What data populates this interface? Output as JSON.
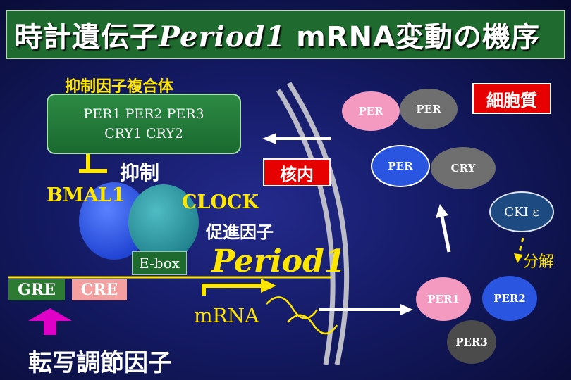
{
  "title": {
    "prefix": "時計遺伝子",
    "gene": "Period1",
    "suffix": " mRNA変動の機序"
  },
  "repressor_complex": {
    "label": "抑制因子複合体",
    "line1": "PER1  PER2  PER3",
    "line2": "CRY1  CRY2"
  },
  "inhibit_label": "抑制",
  "bmal1": "BMAL1",
  "clock": "CLOCK",
  "promoting_factor": "促進因子",
  "ebox": "E-box",
  "gre": "GRE",
  "cre": "CRE",
  "gene_name": "Period1",
  "mrna": "mRNA",
  "transcription_factor": "転写調節因子",
  "nucleus": "核内",
  "cytoplasm": "細胞質",
  "cytoplasm_proteins": {
    "per_a": "PER",
    "per_b": "PER",
    "per_c": "PER",
    "cry": "CRY"
  },
  "ck1": "CKⅠ ε",
  "degradation": "分解",
  "monomers": {
    "per1": "PER1",
    "per2": "PER2",
    "per3": "PER3"
  },
  "colors": {
    "yellow": "#ffe600",
    "green": "#1f6b2f",
    "red": "#e60000",
    "pink": "#f49ac1",
    "blue": "#2a55e0",
    "gray": "#707070"
  }
}
